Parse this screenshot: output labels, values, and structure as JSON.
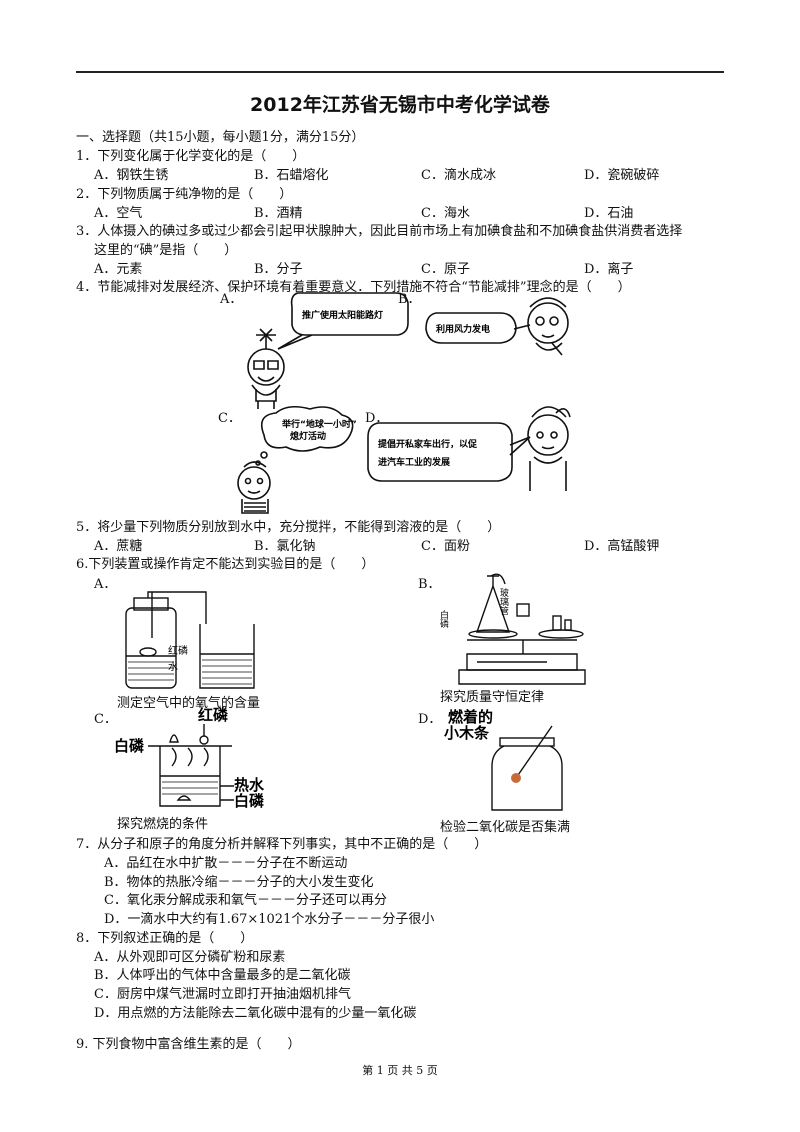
{
  "title": "2012年江苏省无锡市中考化学试卷",
  "section": "一、选择题（共15小题，每小题1分，满分15分）",
  "q1": {
    "stem": "1．下列变化属于化学变化的是（　　）",
    "a": "A．钢铁生锈",
    "b": "B．石蜡熔化",
    "c": "C．滴水成冰",
    "d": "D．瓷碗破碎"
  },
  "q2": {
    "stem": "2．下列物质属于纯净物的是（　　）",
    "a": "A．空气",
    "b": "B．酒精",
    "c": "C．海水",
    "d": "D．石油"
  },
  "q3": {
    "stem1": "3．人体摄入的碘过多或过少都会引起甲状腺肿大，因此目前市场上有加碘食盐和不加碘食盐供消费者选择",
    "stem2": "这里的“碘”是指（　　）",
    "a": "A．元素",
    "b": "B．分子",
    "c": "C．原子",
    "d": "D．离子"
  },
  "q4": {
    "stem": "4．节能减排对发展经济、保护环境有着重要意义．下列措施不符合“节能减排”理念的是（　　）",
    "a": "A．",
    "b": "B．",
    "c": "C．",
    "d": "D．",
    "bubble_a": "推广使用太阳能路灯",
    "bubble_b": "利用风力发电",
    "bubble_c1": "举行“地球一小时”",
    "bubble_c2": "熄灯活动",
    "bubble_d1": "提倡开私家车出行，以促",
    "bubble_d2": "进汽车工业的发展"
  },
  "q5": {
    "stem": "5．将少量下列物质分别放到水中，充分搅拌，不能得到溶液的是（　　）",
    "a": "A．蔗糖",
    "b": "B．氯化钠",
    "c": "C．面粉",
    "d": "D．高锰酸钾"
  },
  "q6": {
    "stem": "6.下列装置或操作肯定不能达到实验目的是（　　）",
    "a": "A．",
    "b": "B．",
    "c": "C．",
    "d": "D．",
    "cap_a": "测定空气中的氧气的含量",
    "cap_b": "探究质量守恒定律",
    "cap_c": "探究燃烧的条件",
    "cap_d": "检验二氧化碳是否集满",
    "lbl_red_p": "红磷",
    "lbl_water": "水",
    "lbl_glass_rod": "玻璃管",
    "lbl_white_p_b": "白磷",
    "lbl_red_p_c": "红磷",
    "lbl_white_p_c": "白磷",
    "lbl_hot_water": "热水",
    "lbl_white_p_c2": "白磷",
    "lbl_stick1": "燃着的",
    "lbl_stick2": "小木条"
  },
  "q7": {
    "stem": "7．从分子和原子的角度分析并解释下列事实，其中不正确的是（　　）",
    "a": "A．品红在水中扩散－－－分子在不断运动",
    "b": "B．物体的热胀冷缩－－－分子的大小发生变化",
    "c": "C．氧化汞分解成汞和氧气－－－分子还可以再分",
    "d": "D．一滴水中大约有1.67×1021个水分子－－－分子很小"
  },
  "q8": {
    "stem": "8．下列叙述正确的是（　　）",
    "a": "A．从外观即可区分磷矿粉和尿素",
    "b": "B．人体呼出的气体中含量最多的是二氧化碳",
    "c": "C．厨房中煤气泄漏时立即打开抽油烟机排气",
    "d": "D．用点燃的方法能除去二氧化碳中混有的少量一氧化碳"
  },
  "q9": {
    "stem": "9. 下列食物中富含维生素的是（　　）"
  },
  "footer": "第 1 页 共 5 页"
}
